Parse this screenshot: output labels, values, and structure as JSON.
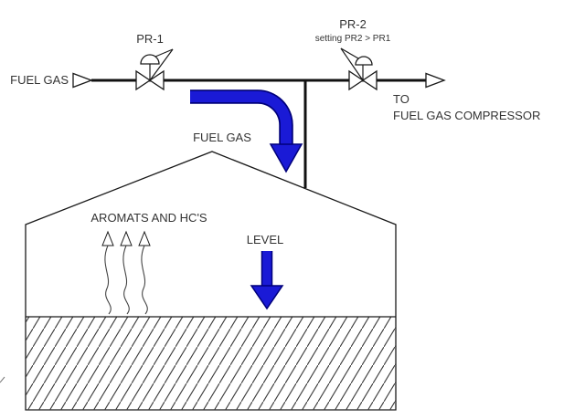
{
  "diagram": {
    "inlet": {
      "label": "FUEL GAS"
    },
    "outlet": {
      "line1": "TO",
      "line2": "FUEL GAS COMPRESSOR"
    },
    "valve_pr1": {
      "tag": "PR-1"
    },
    "valve_pr2": {
      "tag": "PR-2",
      "note": "setting PR2 > PR1"
    },
    "flow": {
      "label": "FUEL GAS"
    },
    "tank": {
      "vapor_label": "AROMATS AND HC'S",
      "level_label": "LEVEL"
    },
    "colors": {
      "arrow_blue": "#1a1ad6",
      "arrow_outline": "#00007a",
      "line_black": "#1a1a1a",
      "text_gray": "#333333"
    }
  }
}
